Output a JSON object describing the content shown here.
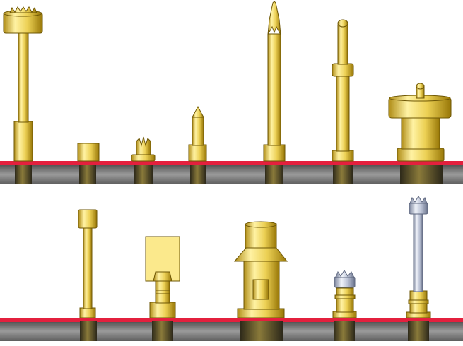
{
  "palette": {
    "background": "#ffffff",
    "gold_light": "#fff1a0",
    "gold_mid": "#efd057",
    "gold_dark": "#a4820f",
    "gold_outline": "#6e5705",
    "silver_light": "#eef1f8",
    "silver_mid": "#b8bfd2",
    "silver_dark": "#6f7890",
    "board_dark": "#3a3a3a",
    "board_light": "#8d8d8d",
    "red_line": "#e3203e"
  },
  "rows": [
    {
      "probe_count": 7,
      "material": "gold"
    },
    {
      "probe_count": 5,
      "material": "gold and silver"
    }
  ]
}
